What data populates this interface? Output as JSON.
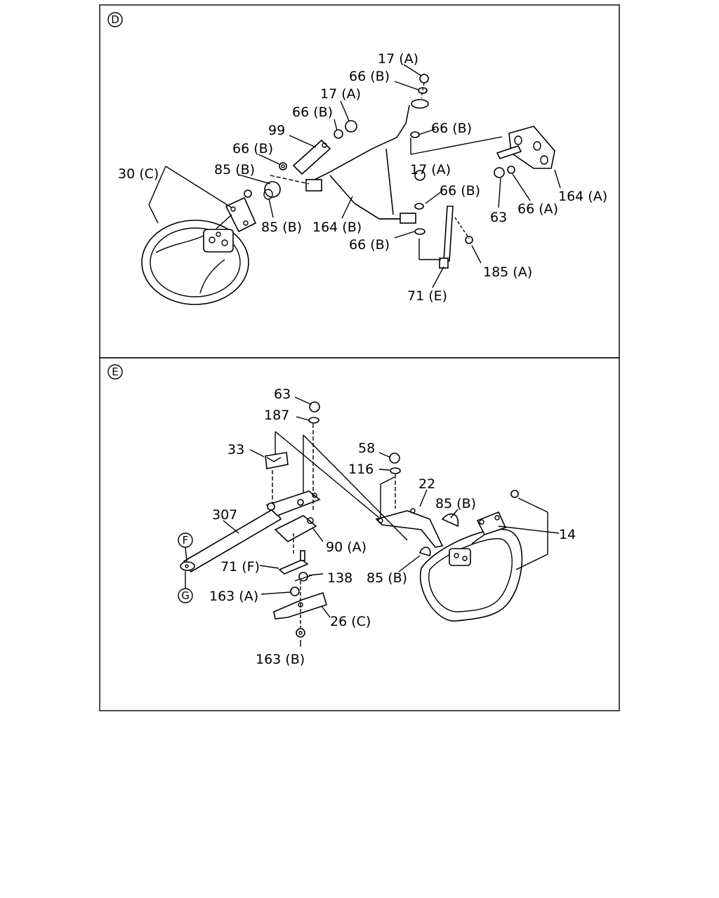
{
  "panels": [
    {
      "id": "D",
      "labels": [
        "17 (A)",
        "66 (B)",
        "17 (A)",
        "66 (B)",
        "99",
        "66 (B)",
        "66 (B)",
        "85 (B)",
        "30 (C)",
        "85 (B)",
        "164 (B)",
        "17 (A)",
        "66 (B)",
        "66 (B)",
        "164 (A)",
        "63",
        "66 (A)",
        "185 (A)",
        "71 (E)"
      ]
    },
    {
      "id": "E",
      "labels": [
        "63",
        "187",
        "33",
        "58",
        "116",
        "22",
        "85 (B)",
        "307",
        "F",
        "90 (A)",
        "14",
        "71 (F)",
        "138",
        "85 (B)",
        "163 (A)",
        "G",
        "26 (C)",
        "163 (B)"
      ]
    }
  ]
}
